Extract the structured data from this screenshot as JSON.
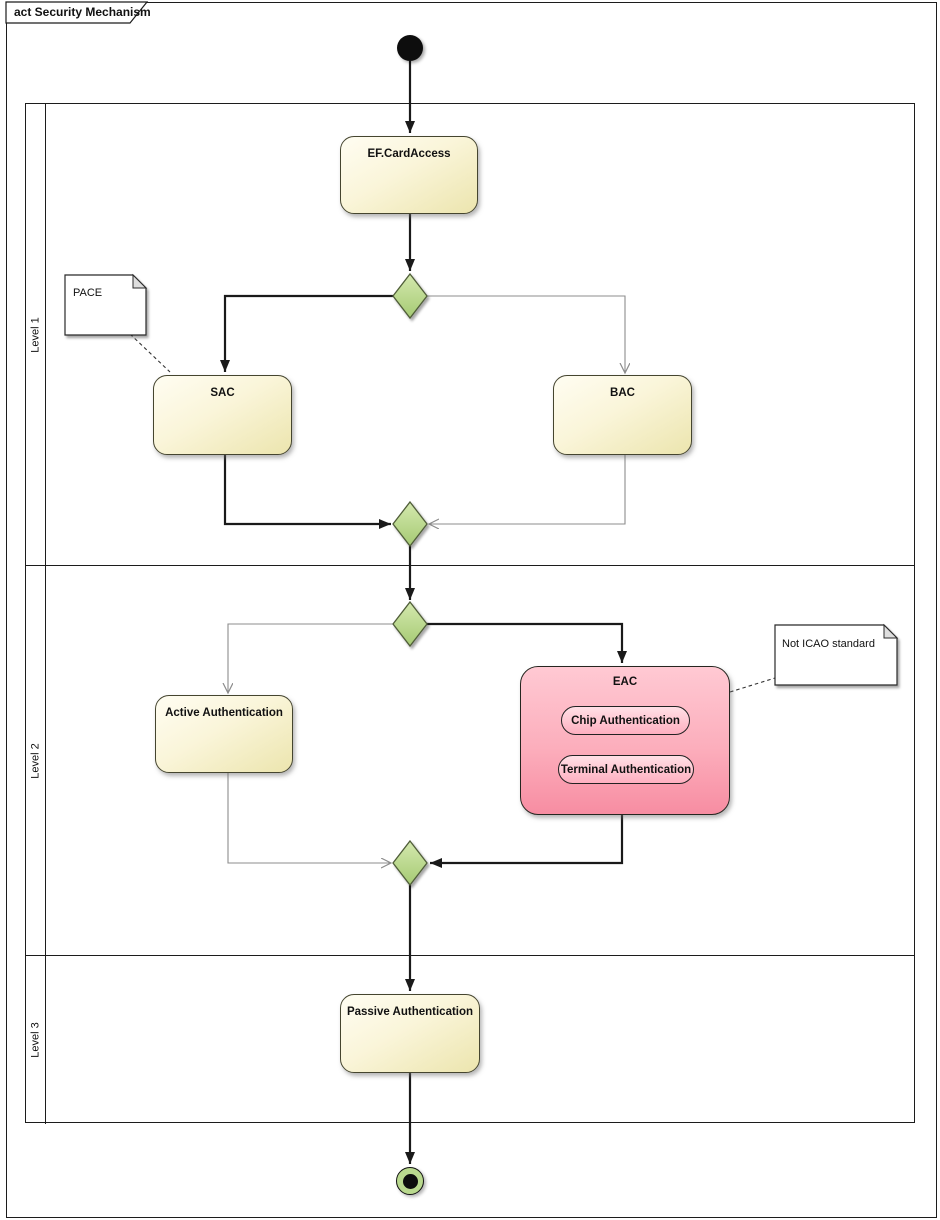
{
  "frame": {
    "title": "act Security Mechanism",
    "type": "activity-diagram"
  },
  "lanes": [
    {
      "label": "Level 1"
    },
    {
      "label": "Level 2"
    },
    {
      "label": "Level 3"
    }
  ],
  "nodes": {
    "ef_card_access": {
      "label": "EF.CardAccess"
    },
    "sac": {
      "label": "SAC"
    },
    "bac": {
      "label": "BAC"
    },
    "active_auth": {
      "label": "Active Authentication"
    },
    "eac": {
      "label": "EAC"
    },
    "chip_auth": {
      "label": "Chip Authentication"
    },
    "terminal_auth": {
      "label": "Terminal Authentication"
    },
    "passive_auth": {
      "label": "Passive Authentication"
    }
  },
  "notes": {
    "pace": {
      "text": "PACE"
    },
    "not_icao": {
      "text": "Not ICAO standard"
    }
  },
  "edges": [
    {
      "from": "initial-node",
      "to": "ef-cardaccess",
      "style": "solid-bold"
    },
    {
      "from": "ef-cardaccess",
      "to": "decision-1",
      "style": "solid-bold"
    },
    {
      "from": "decision-1",
      "to": "sac",
      "style": "solid-bold"
    },
    {
      "from": "decision-1",
      "to": "bac",
      "style": "solid-thin"
    },
    {
      "from": "sac",
      "to": "merge-1",
      "style": "solid-bold"
    },
    {
      "from": "bac",
      "to": "merge-1",
      "style": "solid-thin"
    },
    {
      "from": "merge-1",
      "to": "decision-2",
      "style": "solid-bold"
    },
    {
      "from": "decision-2",
      "to": "eac",
      "style": "solid-bold"
    },
    {
      "from": "decision-2",
      "to": "active-authentication",
      "style": "solid-thin"
    },
    {
      "from": "eac",
      "to": "merge-2",
      "style": "solid-bold"
    },
    {
      "from": "active-authentication",
      "to": "merge-2",
      "style": "solid-thin"
    },
    {
      "from": "merge-2",
      "to": "passive-authentication",
      "style": "solid-bold"
    },
    {
      "from": "passive-authentication",
      "to": "final-node",
      "style": "solid-bold"
    },
    {
      "from": "pace-note",
      "to": "sac",
      "style": "dashed"
    },
    {
      "from": "not-icao-note",
      "to": "eac",
      "style": "dashed"
    }
  ],
  "colors": {
    "activity_fill_top": "#fffdf2",
    "activity_fill_bottom": "#ece5ae",
    "activity_border": "#45452f",
    "eac_fill_top": "#ffc9d3",
    "eac_fill_bottom": "#f78da2",
    "sub_activity_fill_top": "#ffe0e6",
    "sub_activity_fill_bottom": "#feafc0",
    "decision_fill_top": "#d4e8ae",
    "decision_fill_bottom": "#a5ca73",
    "decision_border": "#4f5d39",
    "final_node_ring": "#b9d98e",
    "connector_strong": "#1a1a1a",
    "connector_weak": "#8c8c8c",
    "note_fill": "#ffffff",
    "note_fold": "#dedede"
  }
}
